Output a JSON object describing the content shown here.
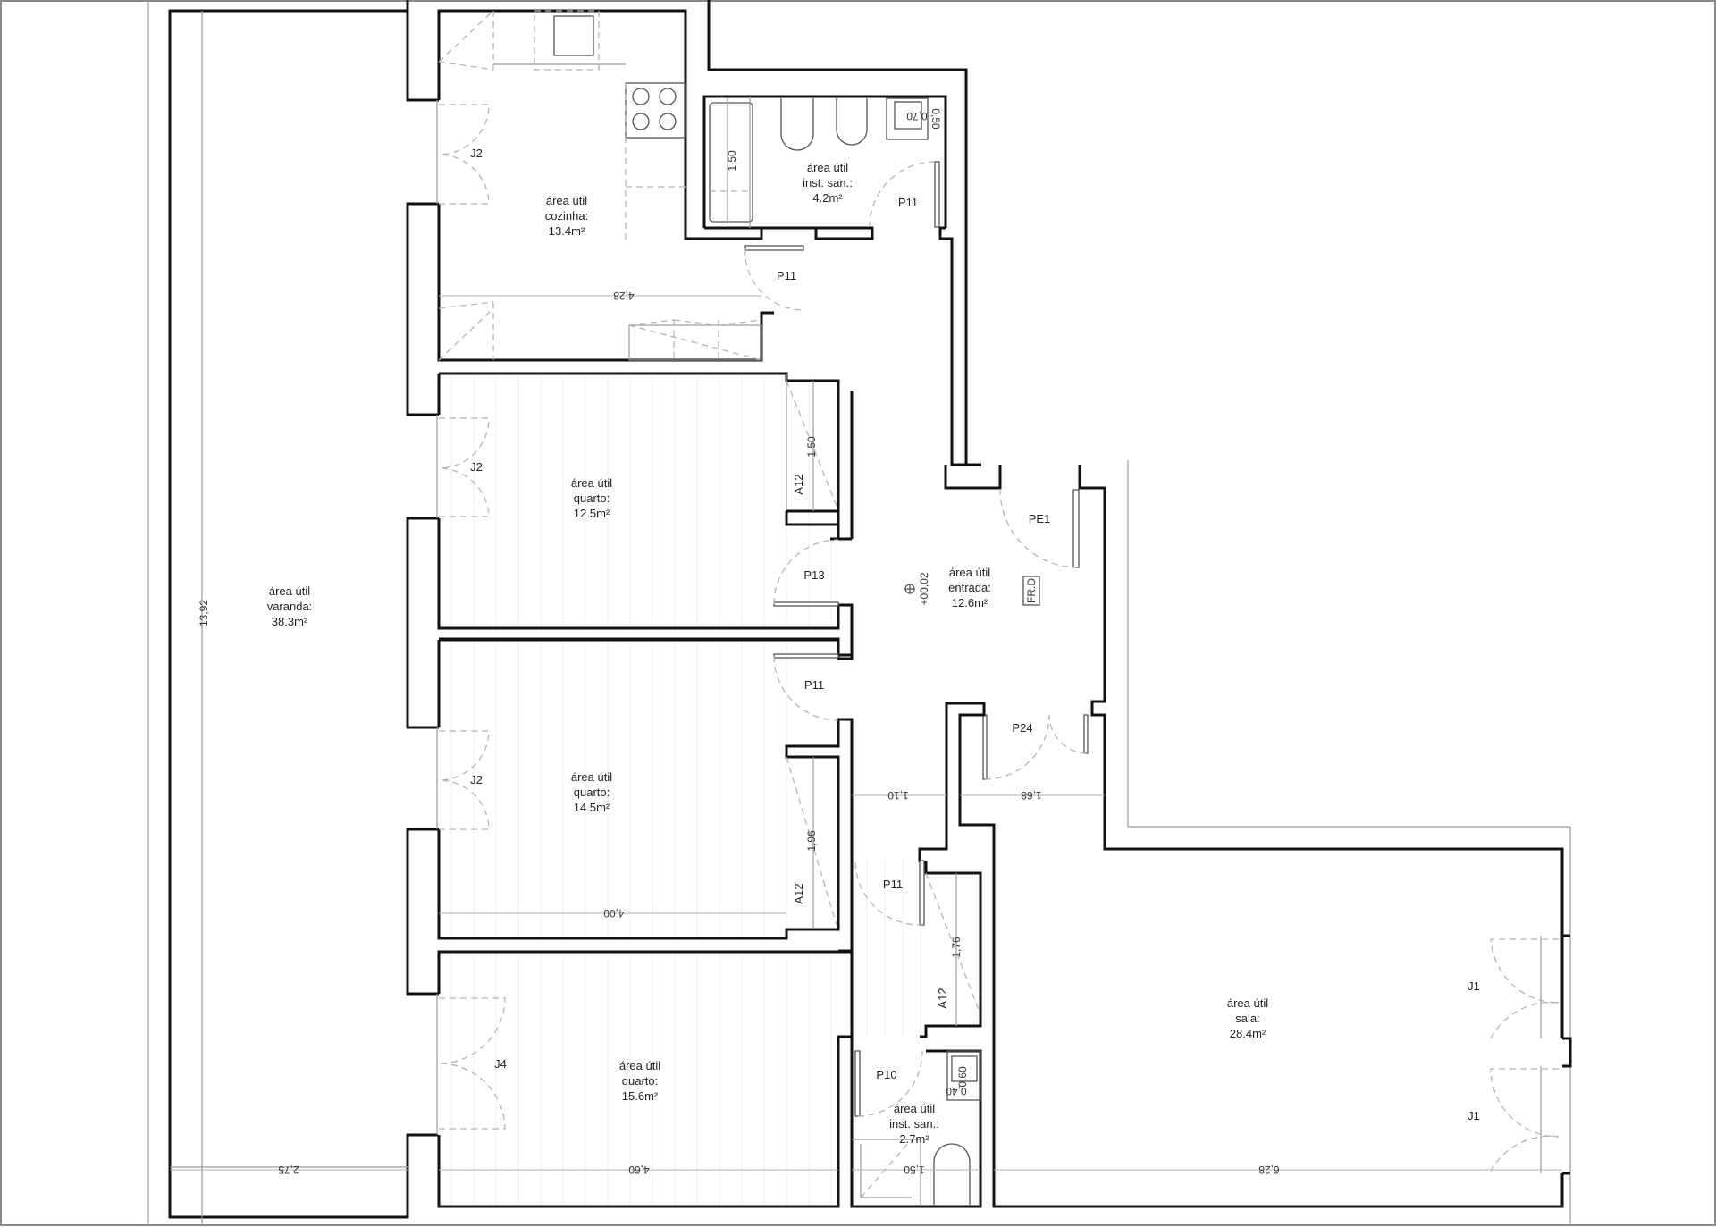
{
  "plan": {
    "rooms": [
      {
        "id": "varanda",
        "line1": "área útil",
        "line2": "varanda:",
        "area": "38.3m²"
      },
      {
        "id": "cozinha",
        "line1": "área útil",
        "line2": "cozinha:",
        "area": "13.4m²"
      },
      {
        "id": "inst_san_1",
        "line1": "área útil",
        "line2": "inst. san.:",
        "area": "4.2m²"
      },
      {
        "id": "quarto_1",
        "line1": "área útil",
        "line2": "quarto:",
        "area": "12.5m²"
      },
      {
        "id": "entrada",
        "line1": "área útil",
        "line2": "entrada:",
        "area": "12.6m²"
      },
      {
        "id": "quarto_2",
        "line1": "área útil",
        "line2": "quarto:",
        "area": "14.5m²"
      },
      {
        "id": "quarto_3",
        "line1": "área útil",
        "line2": "quarto:",
        "area": "15.6m²"
      },
      {
        "id": "inst_san_2",
        "line1": "área útil",
        "line2": "inst. san.:",
        "area": "2.7m²"
      },
      {
        "id": "sala",
        "line1": "área útil",
        "line2": "sala:",
        "area": "28.4m²"
      }
    ],
    "openings": {
      "j2_kitchen": "J2",
      "j2_quarto1": "J2",
      "j2_quarto2": "J2",
      "j4_quarto3": "J4",
      "j1_sala_top": "J1",
      "j1_sala_bottom": "J1",
      "p11_bath1": "P11",
      "p11_kitchen": "P11",
      "p13_quarto1": "P13",
      "p11_quarto2": "P11",
      "pe1_entrance": "PE1",
      "p24_sala": "P24",
      "p11_hall": "P11",
      "p10_bath2": "P10",
      "a12_quarto1": "A12",
      "a12_quarto2": "A12",
      "a12_hall": "A12"
    },
    "dimensions": {
      "varanda_height": "13,92",
      "varanda_width": "2,75",
      "kitchen_width": "4,28",
      "bathtub_length": "1,50",
      "bath1_sink_w": "0,70",
      "bath1_sink_d": "0,50",
      "wardrobe_q1": "1,50",
      "wardrobe_q2": "1,96",
      "wardrobe_hall": "1,76",
      "quarto2_width": "4,00",
      "quarto3_width": "4,60",
      "hall_width": "1,10",
      "sala_passage": "1,68",
      "bath2_sink_w": "0,40",
      "bath2_sink_d": "0,60",
      "bath2_shower": "1,50",
      "sala_width": "6,28"
    },
    "level_marker": "+00,02",
    "fire_detector_tag": "FR.D"
  }
}
